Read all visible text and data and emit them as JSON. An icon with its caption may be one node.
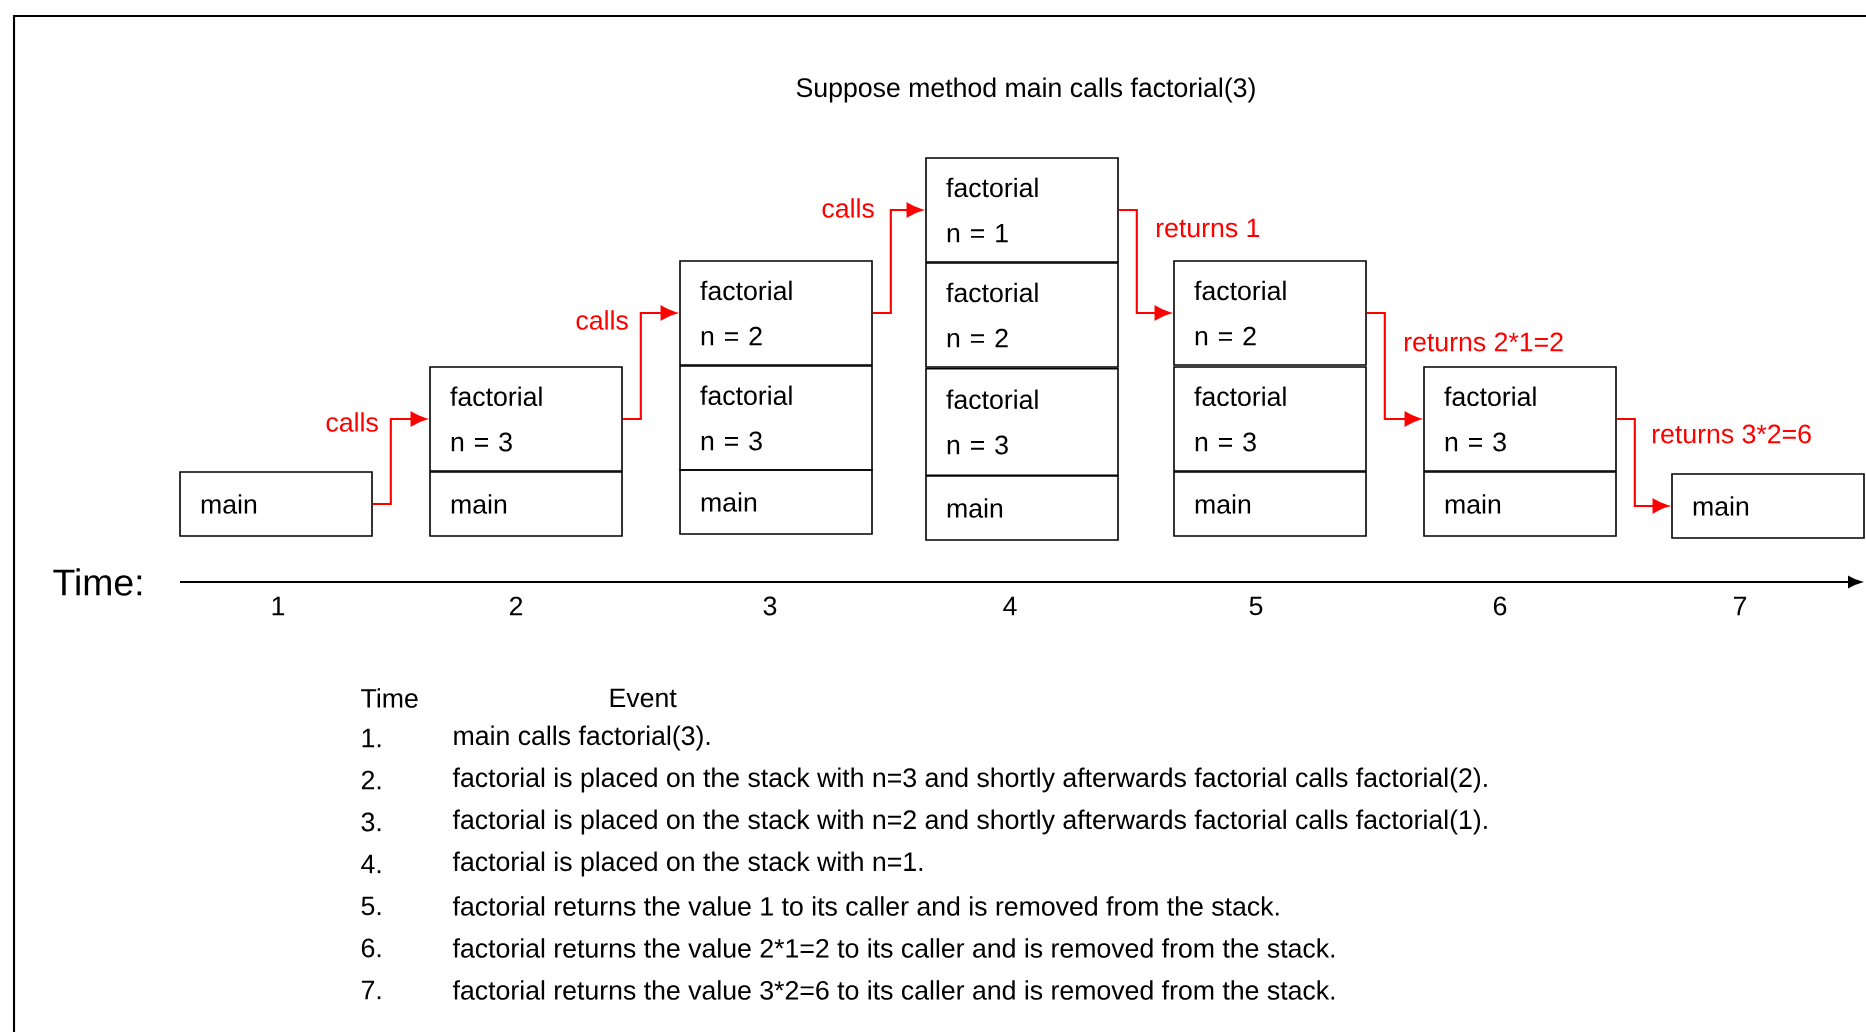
{
  "diagram": {
    "title": "Suppose method main calls factorial(3)",
    "nodes": [
      {
        "text": [
          "main"
        ]
      },
      {
        "text": [
          "factorial",
          "n = 3"
        ]
      },
      {
        "text": [
          "main"
        ]
      },
      {
        "text": [
          "factorial",
          "n = 2"
        ]
      },
      {
        "text": [
          "factorial",
          "n = 3"
        ]
      },
      {
        "text": [
          "main"
        ]
      },
      {
        "text": [
          "factorial",
          "n = 1"
        ]
      },
      {
        "text": [
          "factorial",
          "n = 2"
        ]
      },
      {
        "text": [
          "factorial",
          "n = 3"
        ]
      },
      {
        "text": [
          "main"
        ]
      },
      {
        "text": [
          "factorial",
          "n = 2"
        ]
      },
      {
        "text": [
          "factorial",
          "n = 3"
        ]
      },
      {
        "text": [
          "main"
        ]
      },
      {
        "text": [
          "factorial",
          "n = 3"
        ]
      },
      {
        "text": [
          "main"
        ]
      },
      {
        "text": [
          "main"
        ]
      }
    ],
    "edges": [
      {
        "from": 0,
        "to": 1,
        "arrow": "to",
        "label": "calls"
      },
      {
        "from": 1,
        "to": 3,
        "arrow": "to",
        "label": "calls"
      },
      {
        "from": 3,
        "to": 6,
        "arrow": "to",
        "label": "calls"
      },
      {
        "from": 6,
        "to": 10,
        "arrow": "to",
        "label": "returns 1"
      },
      {
        "from": 10,
        "to": 13,
        "arrow": "to",
        "label": "returns 2*1=2"
      },
      {
        "from": 13,
        "to": 15,
        "arrow": "to",
        "label": "returns 3*2=6"
      }
    ],
    "labels": [
      "Time:",
      "1",
      "2",
      "3",
      "4",
      "5",
      "6",
      "7",
      "Time",
      "Event",
      "1.",
      "main calls factorial(3).",
      "2.",
      "factorial is placed on the stack with n=3 and shortly afterwards factorial calls factorial(2).",
      "3.",
      "factorial is placed on the stack with n=2 and shortly afterwards factorial calls factorial(1).",
      "4.",
      "factorial is placed on the stack with n=1.",
      "5.",
      "factorial returns the value 1 to its caller and is removed from the stack.",
      "6.",
      "factorial returns the value 2*1=2 to its caller and is removed from the stack.",
      "7.",
      "factorial returns the value 3*2=6 to its caller and is removed from the stack."
    ]
  }
}
